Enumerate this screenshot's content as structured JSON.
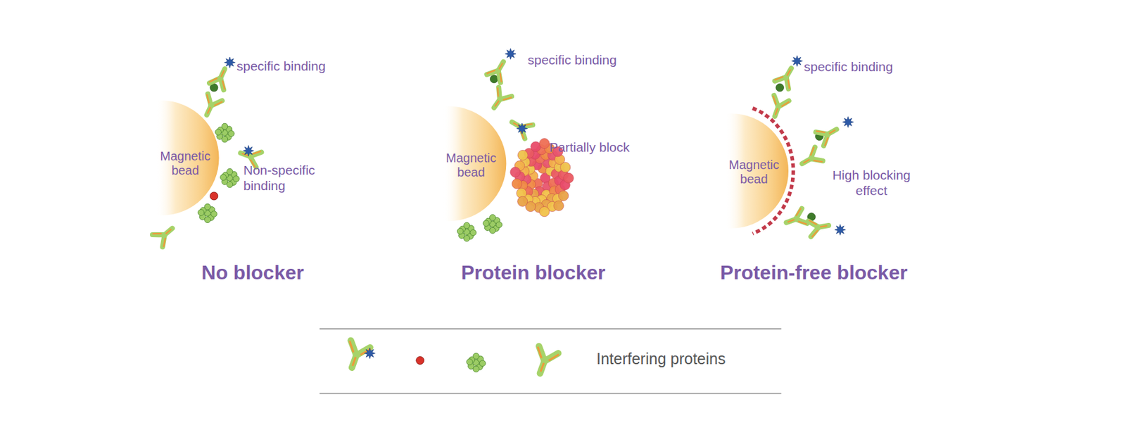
{
  "diagram": {
    "nodes": [
      {
        "text": [
          "Magnetic bead"
        ]
      },
      {
        "text": [
          "Magnetic bead"
        ]
      },
      {
        "text": [
          "Magnetic bead"
        ]
      }
    ],
    "labels": [
      "specific binding",
      "Non-specific binding",
      "No blocker",
      "specific binding",
      "Partially block",
      "Protein blocker",
      "specific binding",
      "High blocking effect",
      "Protein-free blocker"
    ],
    "legend": [
      {
        "text": "Interfering proteins"
      }
    ]
  }
}
